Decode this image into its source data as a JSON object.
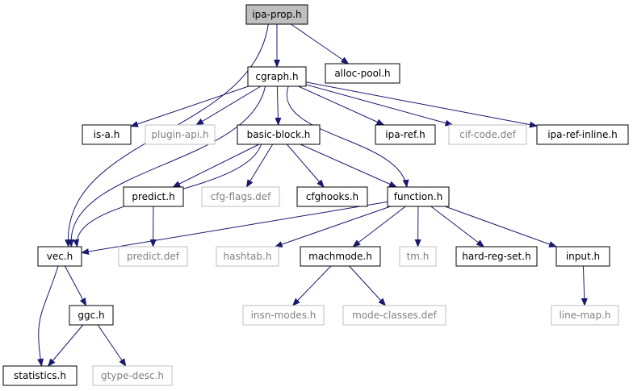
{
  "nodes": [
    {
      "id": "ipa-prop",
      "label": "ipa-prop.h",
      "style": "current"
    },
    {
      "id": "cgraph",
      "label": "cgraph.h",
      "style": "normal"
    },
    {
      "id": "alloc-pool",
      "label": "alloc-pool.h",
      "style": "normal"
    },
    {
      "id": "is-a",
      "label": "is-a.h",
      "style": "normal"
    },
    {
      "id": "plugin-api",
      "label": "plugin-api.h",
      "style": "external"
    },
    {
      "id": "basic-block",
      "label": "basic-block.h",
      "style": "normal"
    },
    {
      "id": "ipa-ref",
      "label": "ipa-ref.h",
      "style": "normal"
    },
    {
      "id": "cif-code",
      "label": "cif-code.def",
      "style": "external"
    },
    {
      "id": "ipa-ref-inline",
      "label": "ipa-ref-inline.h",
      "style": "normal"
    },
    {
      "id": "predict",
      "label": "predict.h",
      "style": "normal"
    },
    {
      "id": "cfg-flags",
      "label": "cfg-flags.def",
      "style": "external"
    },
    {
      "id": "cfghooks",
      "label": "cfghooks.h",
      "style": "normal"
    },
    {
      "id": "function",
      "label": "function.h",
      "style": "normal"
    },
    {
      "id": "vec",
      "label": "vec.h",
      "style": "normal"
    },
    {
      "id": "predict-def",
      "label": "predict.def",
      "style": "external"
    },
    {
      "id": "hashtab",
      "label": "hashtab.h",
      "style": "external"
    },
    {
      "id": "machmode",
      "label": "machmode.h",
      "style": "normal"
    },
    {
      "id": "tm",
      "label": "tm.h",
      "style": "external"
    },
    {
      "id": "hard-reg-set",
      "label": "hard-reg-set.h",
      "style": "normal"
    },
    {
      "id": "input",
      "label": "input.h",
      "style": "normal"
    },
    {
      "id": "ggc",
      "label": "ggc.h",
      "style": "normal"
    },
    {
      "id": "insn-modes",
      "label": "insn-modes.h",
      "style": "external"
    },
    {
      "id": "mode-classes",
      "label": "mode-classes.def",
      "style": "external"
    },
    {
      "id": "line-map",
      "label": "line-map.h",
      "style": "external"
    },
    {
      "id": "statistics",
      "label": "statistics.h",
      "style": "normal"
    },
    {
      "id": "gtype-desc",
      "label": "gtype-desc.h",
      "style": "external"
    }
  ],
  "edges": [
    [
      "ipa-prop",
      "cgraph"
    ],
    [
      "ipa-prop",
      "alloc-pool"
    ],
    [
      "ipa-prop",
      "vec"
    ],
    [
      "cgraph",
      "is-a"
    ],
    [
      "cgraph",
      "plugin-api"
    ],
    [
      "cgraph",
      "basic-block"
    ],
    [
      "cgraph",
      "ipa-ref"
    ],
    [
      "cgraph",
      "cif-code"
    ],
    [
      "cgraph",
      "ipa-ref-inline"
    ],
    [
      "cgraph",
      "function"
    ],
    [
      "cgraph",
      "vec"
    ],
    [
      "basic-block",
      "predict"
    ],
    [
      "basic-block",
      "cfg-flags"
    ],
    [
      "basic-block",
      "cfghooks"
    ],
    [
      "basic-block",
      "function"
    ],
    [
      "basic-block",
      "vec"
    ],
    [
      "predict",
      "predict-def"
    ],
    [
      "function",
      "vec"
    ],
    [
      "function",
      "hashtab"
    ],
    [
      "function",
      "machmode"
    ],
    [
      "function",
      "tm"
    ],
    [
      "function",
      "hard-reg-set"
    ],
    [
      "function",
      "input"
    ],
    [
      "machmode",
      "insn-modes"
    ],
    [
      "machmode",
      "mode-classes"
    ],
    [
      "input",
      "line-map"
    ],
    [
      "vec",
      "ggc"
    ],
    [
      "vec",
      "statistics"
    ],
    [
      "ggc",
      "statistics"
    ],
    [
      "ggc",
      "gtype-desc"
    ]
  ],
  "colors": {
    "edge": "#191970",
    "normal_border": "#000000",
    "external_border": "#bfbfbf",
    "current_fill": "#bfbfbf",
    "normal_text": "#000000",
    "external_text": "#808080"
  }
}
